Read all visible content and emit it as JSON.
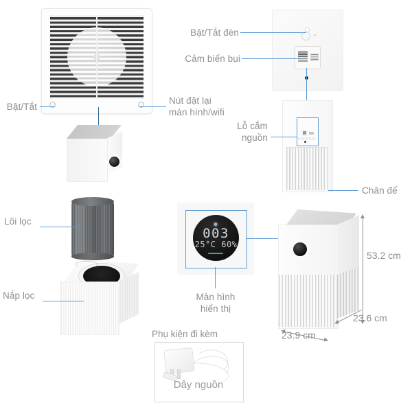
{
  "diagram": {
    "title": "Xiaomi Air Purifier exploded product diagram",
    "accent_color": "#5b9bd5",
    "text_color": "#8e8e8e"
  },
  "callouts": {
    "power_toggle": "Bật/Tắt",
    "light_toggle": "Bật/Tắt đèn",
    "dust_sensor": "Cảm biến bụi",
    "reset_button": "Nút đặt lại\nmàn hình/wifi",
    "power_socket": "Lỗ cắm\nnguồn",
    "filter_core": "Lõi lọc",
    "filter_cover": "Nắp lọc",
    "display_screen": "Màn hình\nhiển thị",
    "base_stand": "Chân đế"
  },
  "display": {
    "pm_value": "003",
    "temp_humidity": "25°C 60%",
    "wifi_icon": "wifi-icon"
  },
  "dimensions": {
    "height": "53.2 cm",
    "depth": "23.6 cm",
    "width": "23.9 cm"
  },
  "accessory": {
    "heading": "Phụ kiện đi kèm",
    "caption": "Dây nguồn"
  }
}
